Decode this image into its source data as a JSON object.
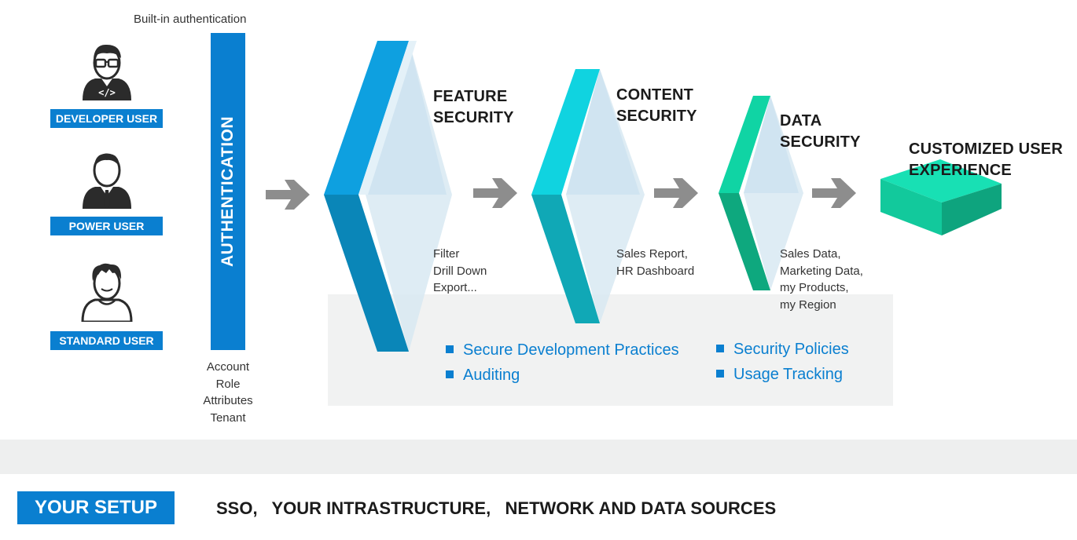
{
  "auth": {
    "builtin_label": "Built-in authentication",
    "bar_label": "AUTHENTICATION",
    "attributes": [
      "Account",
      "Role",
      "Attributes",
      "Tenant"
    ]
  },
  "users": [
    {
      "label": "DEVELOPER USER",
      "icon": "developer-user-icon"
    },
    {
      "label": "POWER USER",
      "icon": "power-user-icon"
    },
    {
      "label": "STANDARD USER",
      "icon": "standard-user-icon"
    }
  ],
  "stages": [
    {
      "title_line1": "FEATURE",
      "title_line2": "SECURITY",
      "items": [
        "Filter",
        "Drill Down",
        "Export..."
      ],
      "colors": {
        "top": "#0ea0e0",
        "bottom": "#0a86b8"
      }
    },
    {
      "title_line1": "CONTENT",
      "title_line2": "SECURITY",
      "items": [
        "Sales Report,",
        "HR Dashboard"
      ],
      "colors": {
        "top": "#10d3e0",
        "bottom": "#10a8b6"
      }
    },
    {
      "title_line1": "DATA",
      "title_line2": "SECURITY",
      "items": [
        "Sales Data,",
        "Marketing Data,",
        "my Products,",
        "my Region"
      ],
      "colors": {
        "top": "#10d4a4",
        "bottom": "#0ea87e"
      }
    }
  ],
  "result": {
    "line1": "CUSTOMIZED USER",
    "line2": "EXPERIENCE",
    "colors": {
      "top": "#18e0b4",
      "left": "#12c99c",
      "right": "#0ea47e"
    }
  },
  "practices": {
    "left": [
      "Secure Development Practices",
      "Auditing"
    ],
    "right": [
      "Security Policies",
      "Usage Tracking"
    ]
  },
  "setup": {
    "label": "YOUR SETUP",
    "text": "SSO,   YOUR INTRASTRUCTURE,   NETWORK AND DATA SOURCES"
  },
  "colors": {
    "accent": "#0a7fd0",
    "arrow": "#8d8d8d",
    "panel": "#f1f2f2",
    "band": "#eeefef"
  }
}
